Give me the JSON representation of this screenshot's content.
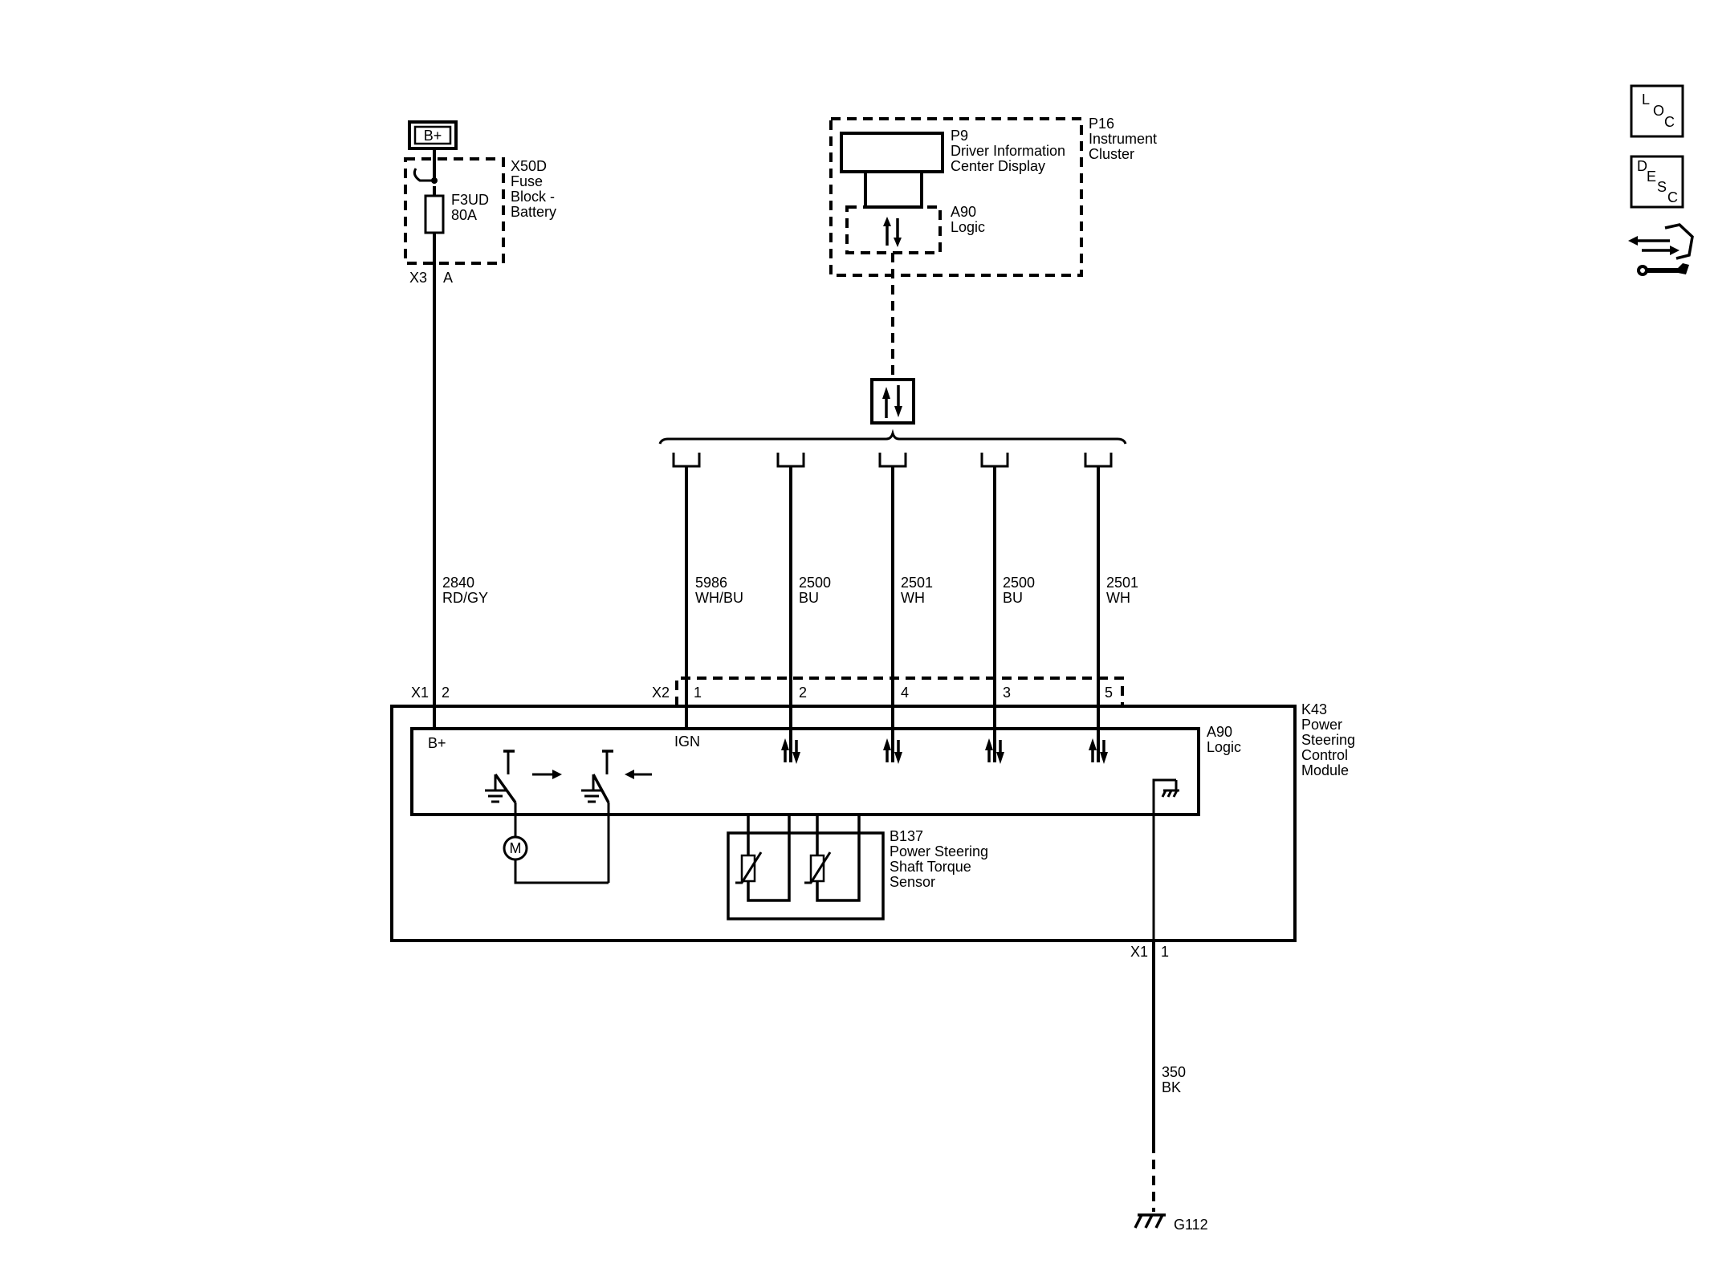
{
  "power": {
    "label": "B+"
  },
  "fuse_block": {
    "name_lines": [
      "X50D",
      "Fuse",
      "Block -",
      "Battery"
    ],
    "fuse_lines": [
      "F3UD",
      "80A"
    ],
    "connector": "X3",
    "pin": "A"
  },
  "cluster": {
    "name_lines": [
      "P16",
      "Instrument",
      "Cluster"
    ],
    "display_lines": [
      "P9",
      "Driver Information",
      "Center Display"
    ],
    "logic_lines": [
      "A90",
      "Logic"
    ]
  },
  "wires": [
    {
      "circuit": "2840",
      "color": "RD/GY"
    },
    {
      "circuit": "5986",
      "color": "WH/BU"
    },
    {
      "circuit": "2500",
      "color": "BU"
    },
    {
      "circuit": "2501",
      "color": "WH"
    },
    {
      "circuit": "2500",
      "color": "BU"
    },
    {
      "circuit": "2501",
      "color": "WH"
    },
    {
      "circuit": "350",
      "color": "BK"
    }
  ],
  "connectors": {
    "x1_top": {
      "name": "X1",
      "pin": "2"
    },
    "x2": {
      "name": "X2",
      "pins": [
        "1",
        "2",
        "4",
        "3",
        "5"
      ]
    },
    "x1_bottom": {
      "name": "X1",
      "pin": "1"
    }
  },
  "module": {
    "name_lines": [
      "K43",
      "Power",
      "Steering",
      "Control",
      "Module"
    ],
    "logic_lines": [
      "A90",
      "Logic"
    ],
    "bplus": "B+",
    "ign": "IGN",
    "motor": "M"
  },
  "sensor": {
    "name_lines": [
      "B137",
      "Power Steering",
      "Shaft Torque",
      "Sensor"
    ]
  },
  "ground": {
    "name": "G112"
  },
  "side_icons": [
    {
      "name": "loc-icon",
      "letters": [
        "L",
        "O",
        "C"
      ]
    },
    {
      "name": "desc-icon",
      "letters": [
        "D",
        "E",
        "S",
        "C"
      ]
    },
    {
      "name": "connector-repair-icon"
    }
  ]
}
